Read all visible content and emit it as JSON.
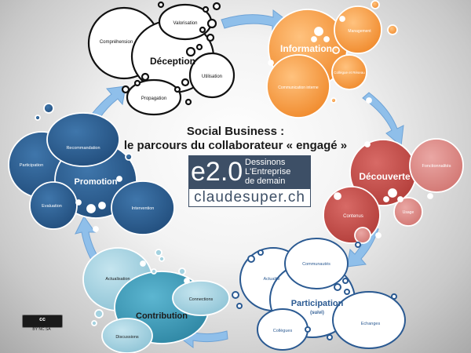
{
  "title": {
    "line1": "Social Business :",
    "line2": "le parcours du collaborateur « engagé »"
  },
  "logo": {
    "mark": "e2.0",
    "line1": "Dessinons",
    "line2": "L'Entreprise",
    "line3": "de demain",
    "site": "claudesuper.ch"
  },
  "license": {
    "badge": "cc",
    "terms": "BY  NC  SA"
  },
  "colors": {
    "deception": "#ffffff",
    "information": "#f7a04a",
    "decouverte": "#c64f4b",
    "decouverte_light": "#dc8683",
    "participation": "#ffffff",
    "participation_border": "#2b5a92",
    "contribution": "#3a9bba",
    "contribution_light": "#a4d2e0",
    "promotion": "#2a5e90",
    "arrow": "#8dbde9"
  },
  "stages": {
    "deception": {
      "title": "Déception",
      "items": [
        "Compréhension",
        "Valorisation",
        "Utilisation",
        "Propagation"
      ]
    },
    "information": {
      "title": "Information",
      "items": [
        "Management",
        "Collègue et Réseau",
        "Communication interne"
      ]
    },
    "decouverte": {
      "title": "Découverte",
      "items": [
        "Fonctionnalités",
        "Contenus",
        "Usage"
      ]
    },
    "participation": {
      "title": "Participation",
      "subtitle": "(suivi)",
      "items": [
        "Communautés",
        "Actualité",
        "Echanges",
        "Collègues"
      ]
    },
    "contribution": {
      "title": "Contribution",
      "items": [
        "Actualisation",
        "Connections",
        "Discussions"
      ]
    },
    "promotion": {
      "title": "Promotion",
      "items": [
        "Recommandation",
        "Participation",
        "Evaluation",
        "Intervention"
      ]
    }
  }
}
